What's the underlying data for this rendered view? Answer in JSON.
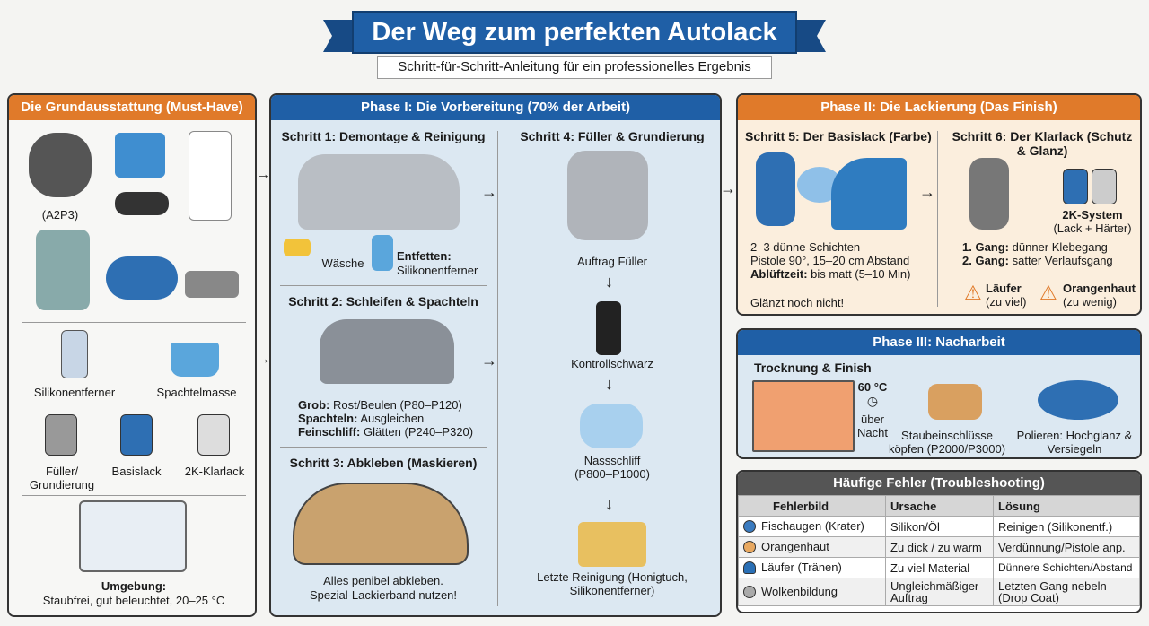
{
  "title": "Der Weg zum perfekten Autolack",
  "subtitle": "Schritt-für-Schritt-Anleitung für ein professionelles Ergebnis",
  "equipment": {
    "header": "Die Grundausstattung (Must-Have)",
    "mask_label": "(A2P3)",
    "items": [
      "Silikonentferner",
      "Spachtelmasse",
      "Füller/ Grundierung",
      "Basislack",
      "2K-Klarlack"
    ],
    "environment_label": "Umgebung:",
    "environment_text": "Staubfrei, gut beleuchtet, 20–25 °C"
  },
  "phase1": {
    "header": "Phase I: Die Vorbereitung (70% der Arbeit)",
    "step1": {
      "title": "Schritt 1: Demontage & Reinigung",
      "wash": "Wäsche",
      "degrease_label": "Entfetten:",
      "degrease_text": "Silikonentferner"
    },
    "step2": {
      "title": "Schritt 2: Schleifen & Spachteln",
      "lines": [
        {
          "label": "Grob:",
          "text": "Rost/Beulen (P80–P120)"
        },
        {
          "label": "Spachteln:",
          "text": "Ausgleichen"
        },
        {
          "label": "Feinschliff:",
          "text": "Glätten (P240–P320)"
        }
      ]
    },
    "step3": {
      "title": "Schritt 3: Abkleben (Maskieren)",
      "text1": "Alles penibel abkleben.",
      "text2": "Spezial-Lackierband nutzen!"
    },
    "step4": {
      "title": "Schritt 4: Füller & Grundierung",
      "items": [
        "Auftrag Füller",
        "Kontrollschwarz",
        "Nassschliff (P800–P1000)",
        "Letzte Reinigung (Honigtuch, Silikonentferner)"
      ]
    }
  },
  "phase2": {
    "header": "Phase II: Die Lackierung (Das Finish)",
    "step5": {
      "title": "Schritt 5: Der Basislack (Farbe)",
      "line1": "2–3 dünne Schichten",
      "line2": "Pistole 90°, 15–20 cm Abstand",
      "flash_label": "Ablüftzeit:",
      "flash_text": "bis matt (5–10 Min)",
      "note": "Glänzt noch nicht!"
    },
    "step6": {
      "title": "Schritt 6: Der Klarlack (Schutz & Glanz)",
      "system": "2K-System",
      "system_sub": "(Lack + Härter)",
      "coat1_label": "1. Gang:",
      "coat1_text": "dünner Klebegang",
      "coat2_label": "2. Gang:",
      "coat2_text": "satter Verlaufsgang",
      "warn1": "Läufer",
      "warn1_sub": "(zu viel)",
      "warn2": "Orangenhaut",
      "warn2_sub": "(zu wenig)"
    }
  },
  "phase3": {
    "header": "Phase III: Nacharbeit",
    "title": "Trocknung & Finish",
    "temp": "60 °C",
    "time": "über Nacht",
    "dust": "Staubeinschlüsse köpfen (P2000/P3000)",
    "polish": "Polieren: Hochglanz & Versiegeln"
  },
  "troubleshooting": {
    "header": "Häufige Fehler (Troubleshooting)",
    "columns": [
      "Fehlerbild",
      "Ursache",
      "Lösung"
    ],
    "rows": [
      {
        "defect": "Fischaugen (Krater)",
        "cause": "Silikon/Öl",
        "solution": "Reinigen (Silikonentf.)",
        "color": "#3a7bc0"
      },
      {
        "defect": "Orangenhaut",
        "cause": "Zu dick / zu warm",
        "solution": "Verdünnung/Pistole anp.",
        "color": "#e8a860"
      },
      {
        "defect": "Läufer (Tränen)",
        "cause": "Zu viel Material",
        "solution": "Dünnere Schichten/Abstand",
        "color": "#2a6fb5"
      },
      {
        "defect": "Wolkenbildung",
        "cause": "Ungleichmäßiger Auftrag",
        "solution": "Letzten Gang nebeln (Drop Coat)",
        "color": "#aaaaaa"
      }
    ]
  },
  "colors": {
    "blue": "#1f5fa6",
    "orange": "#e07a2a",
    "phase1_bg": "#dce8f2",
    "phase2_bg": "#fbeedd"
  }
}
